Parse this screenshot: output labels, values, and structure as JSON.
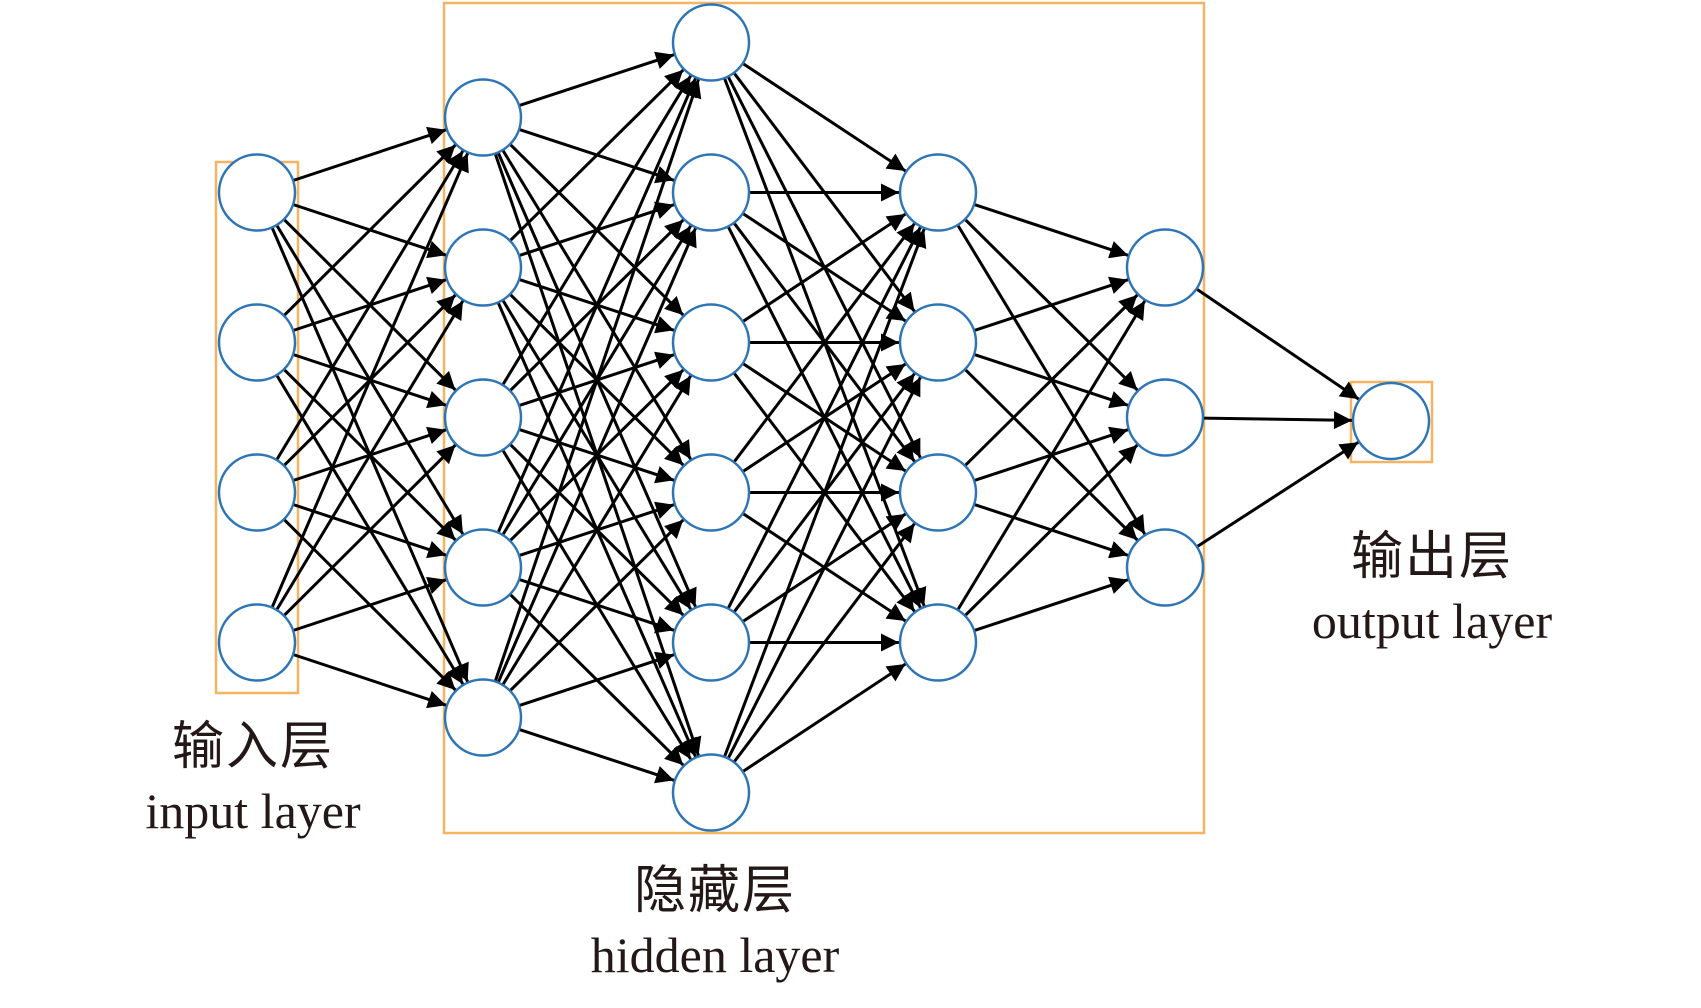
{
  "diagram": {
    "type": "feedforward-neural-network",
    "layers": [
      {
        "id": "input",
        "role": "input",
        "nodes": 4
      },
      {
        "id": "hidden1",
        "role": "hidden",
        "nodes": 5
      },
      {
        "id": "hidden2",
        "role": "hidden",
        "nodes": 6
      },
      {
        "id": "hidden3",
        "role": "hidden",
        "nodes": 4
      },
      {
        "id": "hidden4",
        "role": "hidden",
        "nodes": 3
      },
      {
        "id": "output",
        "role": "output",
        "nodes": 1
      }
    ],
    "connectivity": "fully-connected",
    "edge_style": "arrow",
    "colors": {
      "node_stroke": "#2e75b6",
      "node_fill": "#ffffff",
      "group_box": "#f4b461",
      "edge": "#000000",
      "text": "#231815"
    }
  },
  "labels": {
    "input": {
      "zh": "输入层",
      "en": "input layer"
    },
    "hidden": {
      "zh": "隐藏层",
      "en": "hidden layer"
    },
    "output": {
      "zh": "输出层",
      "en": "output layer"
    }
  }
}
